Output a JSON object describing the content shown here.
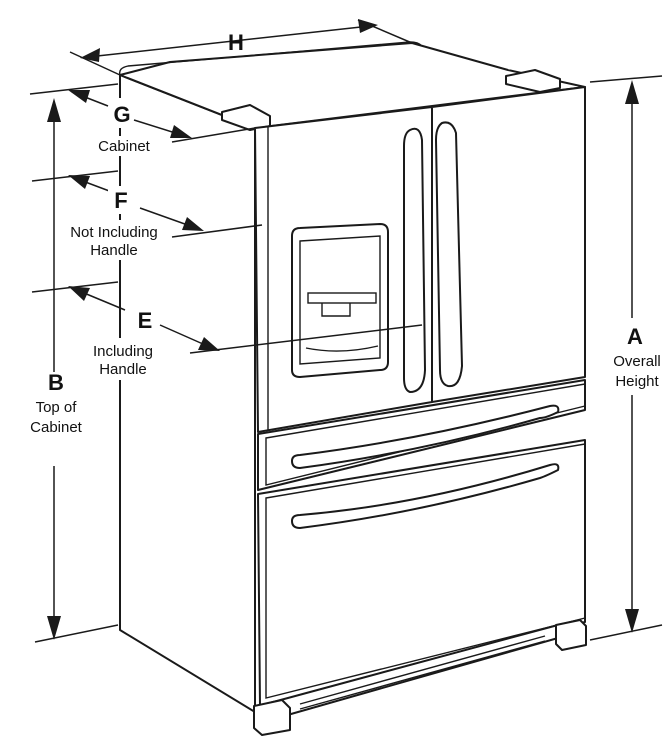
{
  "dimensions": {
    "A": {
      "letter": "A",
      "line1": "Overall",
      "line2": "Height"
    },
    "B": {
      "letter": "B",
      "line1": "Top of",
      "line2": "Cabinet"
    },
    "E": {
      "letter": "E",
      "line1": "Including",
      "line2": "Handle"
    },
    "F": {
      "letter": "F",
      "line1": "Not Including",
      "line2": "Handle"
    },
    "G": {
      "letter": "G",
      "line1": "Cabinet"
    },
    "H": {
      "letter": "H"
    }
  }
}
